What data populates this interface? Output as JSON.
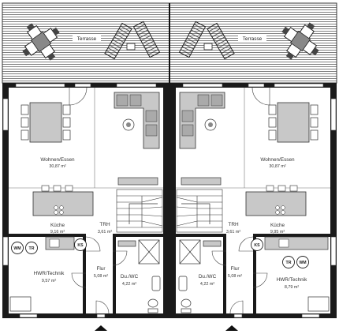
{
  "terrace": {
    "label": "Terrasse"
  },
  "left_unit": {
    "wohnen": {
      "name": "Wohnen/Essen",
      "area": "30,87 m²"
    },
    "kueche": {
      "name": "Küche",
      "area": "9,16 m²"
    },
    "trh": {
      "name": "TRH",
      "area": "3,61 m²"
    },
    "hwr": {
      "name": "HWR/Technik",
      "area": "9,57 m²"
    },
    "flur": {
      "name": "Flur",
      "area": "5,08 m²"
    },
    "duwc": {
      "name": "Du./WC",
      "area": "4,22 m²"
    },
    "appliances": {
      "wm": "WM",
      "tr": "TR",
      "ks": "KS"
    }
  },
  "right_unit": {
    "wohnen": {
      "name": "Wohnen/Essen",
      "area": "30,87 m²"
    },
    "kueche": {
      "name": "Küche",
      "area": "9,95 m²"
    },
    "trh": {
      "name": "TRH",
      "area": "3,61 m²"
    },
    "hwr": {
      "name": "HWR/Technik",
      "area": "8,79 m²"
    },
    "flur": {
      "name": "Flur",
      "area": "5,08 m²"
    },
    "duwc": {
      "name": "Du./WC",
      "area": "4,22 m²"
    },
    "appliances": {
      "wm": "WM",
      "tr": "TR",
      "ks": "KS"
    }
  },
  "colors": {
    "wall": "#1a1a1a",
    "furniture": "#c8c8c8",
    "hatch": "#555555",
    "line": "#666666"
  }
}
